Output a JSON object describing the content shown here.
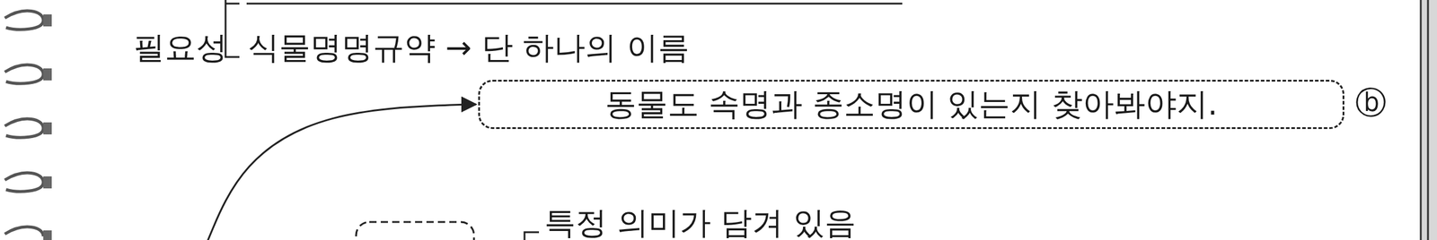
{
  "diagram": {
    "nodes": [
      {
        "text": [
          "동물도 속명과 종소명이 있는지 찾아봐야지."
        ]
      }
    ],
    "labels": [
      "필요성",
      "식물명명규약 → 단 하나의 이름",
      "ⓑ",
      "특정 의미가 담겨 있음"
    ]
  }
}
